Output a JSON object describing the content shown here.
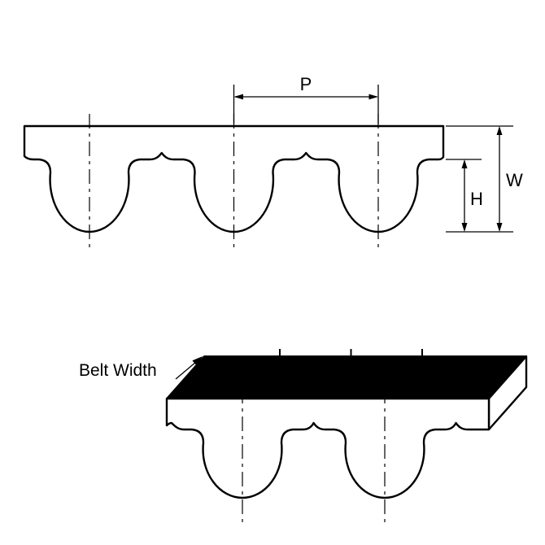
{
  "diagram": {
    "type": "timing-belt-tooth-profile-drawing",
    "labels": {
      "pitch": "P",
      "overall_thickness": "W",
      "tooth_height": "H",
      "belt_width": "Belt Width"
    },
    "colors": {
      "line": "#000000",
      "top_face": "#000000",
      "belt_fill": "#ffffff",
      "background": "#ffffff"
    }
  }
}
